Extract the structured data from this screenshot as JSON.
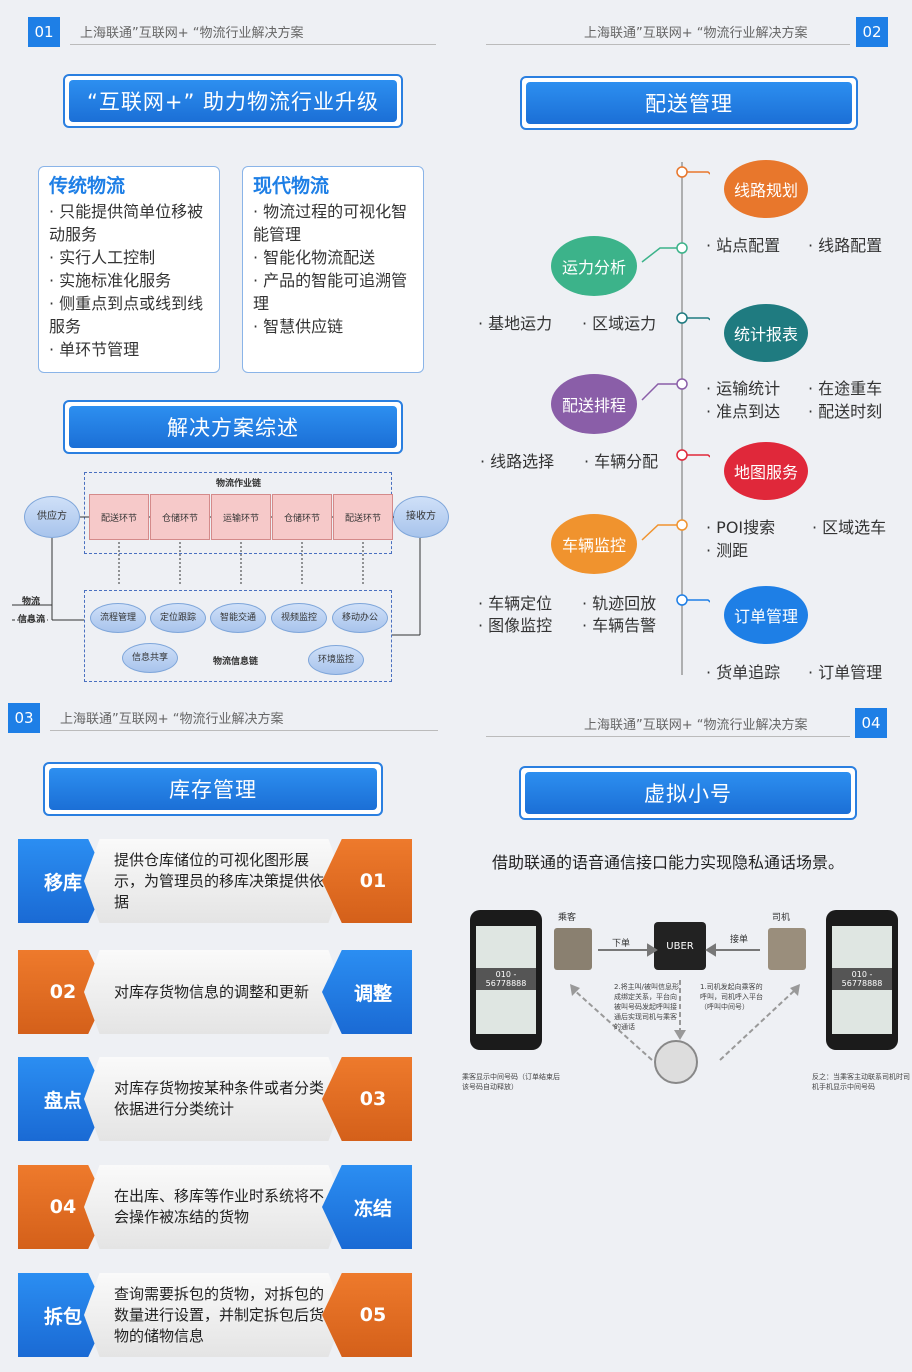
{
  "s1": {
    "num": "01",
    "header": "上海联通”互联网+ “物流行业解决方案",
    "title": "“互联网+” 助力物流行业升级",
    "traditional": {
      "title": "传统物流",
      "items": [
        "· 只能提供简单位移被动服务",
        "· 实行人工控制",
        "· 实施标准化服务",
        "· 侧重点到点或线到线服务",
        "· 单环节管理"
      ]
    },
    "modern": {
      "title": "现代物流",
      "items": [
        "· 物流过程的可视化智能管理",
        "· 智能化物流配送",
        "· 产品的智能可追溯管理",
        "· 智慧供应链"
      ]
    },
    "title2": "解决方案综述",
    "diagram": {
      "chain_label": "物流作业链",
      "supplier": "供应方",
      "receiver": "接收方",
      "steps": [
        "配送环节",
        "仓储环节",
        "运输环节",
        "仓储环节",
        "配送环节"
      ],
      "info_label": "物流信息链",
      "info_items": [
        "流程管理",
        "定位跟踪",
        "智能交通",
        "视频监控",
        "移动办公",
        "信息共享",
        "环境监控"
      ],
      "legend": [
        "物流",
        "信息流"
      ]
    }
  },
  "s2": {
    "num": "02",
    "header": "上海联通”互联网+ “物流行业解决方案",
    "title": "配送管理",
    "nodes": [
      {
        "name": "线路规划",
        "color": "#e8772c"
      },
      {
        "name": "运力分析",
        "color": "#3cb38a"
      },
      {
        "name": "统计报表",
        "color": "#1f7b80"
      },
      {
        "name": "配送排程",
        "color": "#8a5ea8"
      },
      {
        "name": "地图服务",
        "color": "#e0283a"
      },
      {
        "name": "车辆监控",
        "color": "#f0932e"
      },
      {
        "name": "订单管理",
        "color": "#1e7fe6"
      }
    ],
    "items": {
      "r1": [
        "· 站点配置",
        "· 线路配置"
      ],
      "l1": [
        "· 基地运力",
        "· 区域运力"
      ],
      "r2": [
        "· 运输统计",
        "· 准点到达",
        "· 在途重车",
        "· 配送时刻"
      ],
      "l2": [
        "· 线路选择",
        "· 车辆分配"
      ],
      "r3": [
        "· POI搜索",
        "· 测距",
        "· 区域选车"
      ],
      "l3": [
        "· 车辆定位",
        "· 图像监控",
        "· 轨迹回放",
        "· 车辆告警"
      ],
      "r4": [
        "· 货单追踪",
        "· 订单管理"
      ]
    }
  },
  "s3": {
    "num": "03",
    "header": "上海联通”互联网+ “物流行业解决方案",
    "title": "库存管理",
    "rows": [
      {
        "tag": "移库",
        "num": "01",
        "text": "提供仓库储位的可视化图形展示，为管理员的移库决策提供依据"
      },
      {
        "tag": "调整",
        "num": "02",
        "text": "对库存货物信息的调整和更新"
      },
      {
        "tag": "盘点",
        "num": "03",
        "text": "对库存货物按某种条件或者分类依据进行分类统计"
      },
      {
        "tag": "冻结",
        "num": "04",
        "text": "在出库、移库等作业时系统将不会操作被冻结的货物"
      },
      {
        "tag": "拆包",
        "num": "05",
        "text": "查询需要拆包的货物，对拆包的数量进行设置，并制定拆包后货物的储物信息"
      }
    ]
  },
  "s4": {
    "num": "04",
    "header": "上海联通”互联网+ “物流行业解决方案",
    "title": "虚拟小号",
    "subtitle": "借助联通的语音通信接口能力实现隐私通话场景。",
    "labels": {
      "passenger": "乘客",
      "driver": "司机",
      "order": "下单",
      "accept": "接单",
      "phone_num": "010 - 56778888",
      "uber": "UBER",
      "note_left": "2.将主叫/被叫信息形成绑定关系，平台向被叫号码发起呼叫接通后实现司机与乘客的通话",
      "note_right": "1.司机发起向乘客的呼叫，司机呼入平台（呼叫中间号）",
      "cap_left": "乘客显示中间号码（订单结束后该号码自动释放）",
      "cap_right": "反之：当乘客主动联系司机时司机手机显示中间号码"
    }
  }
}
